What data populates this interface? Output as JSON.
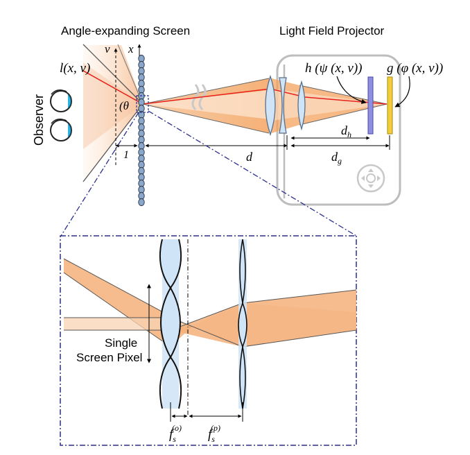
{
  "titles": {
    "screen": "Angle-expanding Screen",
    "projector": "Light Field Projector"
  },
  "labels": {
    "observer": "Observer",
    "lightfield": "l(x, ν)",
    "nu_axis": "ν",
    "x_axis": "x",
    "theta": "θ",
    "one": "1",
    "d": "d",
    "d_h": "d",
    "d_h_sub": "h",
    "d_g": "d",
    "d_g_sub": "g",
    "h_func": "h (ψ (x, ν))",
    "g_func": "g (φ (x, ν))",
    "single_pixel_line1": "Single",
    "single_pixel_line2": "Screen Pixel",
    "fs_o": "f",
    "fs_o_sub": "s",
    "fs_o_sup": "(o)",
    "fs_p": "f",
    "fs_p_sub": "s",
    "fs_p_sup": "(p)"
  },
  "colors": {
    "beam_orange": "#f5b27a",
    "beam_light": "#fde3cc",
    "ray_red": "#e8201a",
    "lens_blue": "#cfe4f7",
    "lens_stroke": "#5a6f86",
    "eye_iris": "#2bb5e0",
    "frame_gray": "#b8b8b8",
    "inset_border": "#2b2e8c",
    "h_layer": "#8f8fe0",
    "g_layer": "#f2cf3a"
  }
}
